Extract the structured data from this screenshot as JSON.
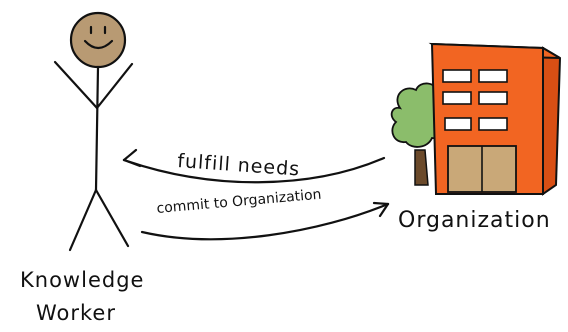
{
  "diagram": {
    "actors": {
      "worker": {
        "line1": "Knowledge",
        "line2": "Worker"
      },
      "organization": {
        "label": "Organization"
      }
    },
    "relations": {
      "to_worker": {
        "label": "fulfill needs"
      },
      "to_organization": {
        "label": "commit to Organization"
      }
    },
    "colors": {
      "face": "#b89a73",
      "building": "#f26522",
      "building_side": "#d94f14",
      "tree_foliage": "#8bbd6b",
      "tree_trunk": "#6b4a2b",
      "windows": "#ffffff",
      "door": "#c9a878",
      "ink": "#111111"
    },
    "icons": [
      "stick-figure-icon",
      "building-icon",
      "tree-icon",
      "arrow-left-icon",
      "arrow-right-icon"
    ]
  }
}
